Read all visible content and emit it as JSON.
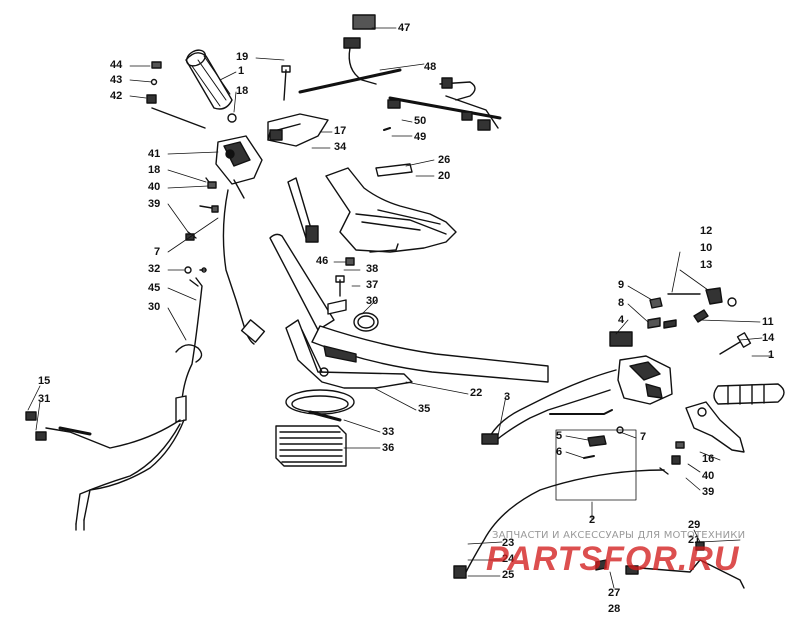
{
  "diagram": {
    "labels": [
      {
        "id": "c47a",
        "text": "47"
      },
      {
        "id": "c48a",
        "text": "48"
      },
      {
        "id": "c44a",
        "text": "44"
      },
      {
        "id": "c43a",
        "text": "43"
      },
      {
        "id": "c42a",
        "text": "42"
      },
      {
        "id": "c1a",
        "text": "1"
      },
      {
        "id": "c19a",
        "text": "19"
      },
      {
        "id": "c18a",
        "text": "18"
      },
      {
        "id": "c50a",
        "text": "50"
      },
      {
        "id": "c49a",
        "text": "49"
      },
      {
        "id": "c17a",
        "text": "17"
      },
      {
        "id": "c34a",
        "text": "34"
      },
      {
        "id": "c41a",
        "text": "41"
      },
      {
        "id": "c18b",
        "text": "18"
      },
      {
        "id": "c40a",
        "text": "40"
      },
      {
        "id": "c39a",
        "text": "39"
      },
      {
        "id": "c26a",
        "text": "26"
      },
      {
        "id": "c20a",
        "text": "20"
      },
      {
        "id": "c7a",
        "text": "7"
      },
      {
        "id": "c46a",
        "text": "46"
      },
      {
        "id": "c32a",
        "text": "32"
      },
      {
        "id": "c45a",
        "text": "45"
      },
      {
        "id": "c38a",
        "text": "38"
      },
      {
        "id": "c37a",
        "text": "37"
      },
      {
        "id": "c30a",
        "text": "30"
      },
      {
        "id": "c30b",
        "text": "30"
      },
      {
        "id": "c12a",
        "text": "12"
      },
      {
        "id": "c10a",
        "text": "10"
      },
      {
        "id": "c13a",
        "text": "13"
      },
      {
        "id": "c9a",
        "text": "9"
      },
      {
        "id": "c8a",
        "text": "8"
      },
      {
        "id": "c4a",
        "text": "4"
      },
      {
        "id": "c11a",
        "text": "11"
      },
      {
        "id": "c14a",
        "text": "14"
      },
      {
        "id": "c1b",
        "text": "1"
      },
      {
        "id": "c15a",
        "text": "15"
      },
      {
        "id": "c31a",
        "text": "31"
      },
      {
        "id": "c22a",
        "text": "22"
      },
      {
        "id": "c35a",
        "text": "35"
      },
      {
        "id": "c3a",
        "text": "3"
      },
      {
        "id": "c33a",
        "text": "33"
      },
      {
        "id": "c36a",
        "text": "36"
      },
      {
        "id": "c5a",
        "text": "5"
      },
      {
        "id": "c6a",
        "text": "6"
      },
      {
        "id": "c7b",
        "text": "7"
      },
      {
        "id": "c16a",
        "text": "16"
      },
      {
        "id": "c40b",
        "text": "40"
      },
      {
        "id": "c39b",
        "text": "39"
      },
      {
        "id": "c2a",
        "text": "2"
      },
      {
        "id": "c29a",
        "text": "29"
      },
      {
        "id": "c21a",
        "text": "21"
      },
      {
        "id": "c23a",
        "text": "23"
      },
      {
        "id": "c24a",
        "text": "24"
      },
      {
        "id": "c25a",
        "text": "25"
      },
      {
        "id": "c27a",
        "text": "27"
      },
      {
        "id": "c28a",
        "text": "28"
      }
    ]
  },
  "watermark": {
    "caption": "ЗАПЧАСТИ И АКСЕССУАРЫ ДЛЯ МОТОТЕХНИКИ",
    "logo": "PARTSFOR.RU"
  },
  "colors": {
    "ink": "#111111",
    "watermark_logo": "#d21e1e",
    "watermark_caption": "#9a9a9a"
  }
}
